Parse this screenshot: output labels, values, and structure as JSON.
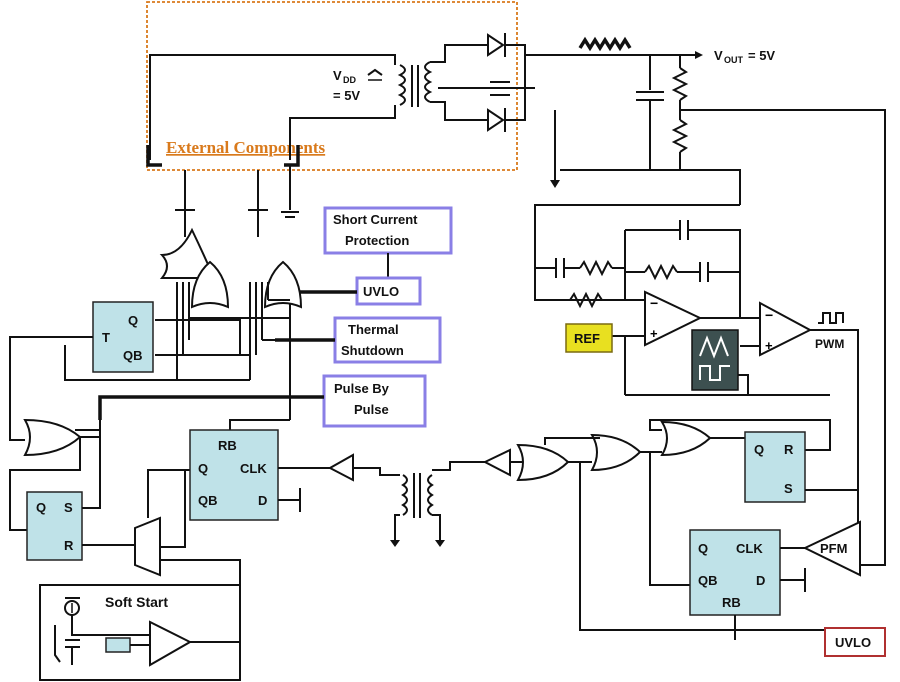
{
  "external_components": {
    "label": "External Components",
    "color": "#d97a1c"
  },
  "vdd": {
    "symbol": "V",
    "subscript": "DD",
    "value": "= 5V"
  },
  "vout": {
    "symbol": "V",
    "subscript": "OUT",
    "value": "= 5V"
  },
  "protection_boxes": {
    "short_current_line1": "Short Current",
    "short_current_line2": "Protection",
    "uvlo": "UVLO",
    "thermal_line1": "Thermal",
    "thermal_line2": "Shutdown",
    "pulse_line1": "Pulse By",
    "pulse_line2": "Pulse"
  },
  "t_flipflop": {
    "t": "T",
    "q": "Q",
    "qb": "QB"
  },
  "sr_flipflop_left": {
    "q": "Q",
    "s": "S",
    "r": "R"
  },
  "d_flipflop_center": {
    "rb": "RB",
    "q": "Q",
    "clk": "CLK",
    "qb": "QB",
    "d": "D"
  },
  "sr_flipflop_right": {
    "q": "Q",
    "r": "R",
    "s": "S"
  },
  "d_flipflop_right": {
    "q": "Q",
    "clk": "CLK",
    "qb": "QB",
    "d": "D",
    "rb": "RB"
  },
  "ref": {
    "label": "REF",
    "fill": "#e8e020"
  },
  "pwm": {
    "label": "PWM"
  },
  "pfm": {
    "label": "PFM"
  },
  "soft_start": {
    "label": "Soft Start"
  },
  "uvlo_bottom": {
    "label": "UVLO",
    "border": "#b03030"
  },
  "blocks_color": "#bfe2e8",
  "protection_border": "#8a7fe6"
}
